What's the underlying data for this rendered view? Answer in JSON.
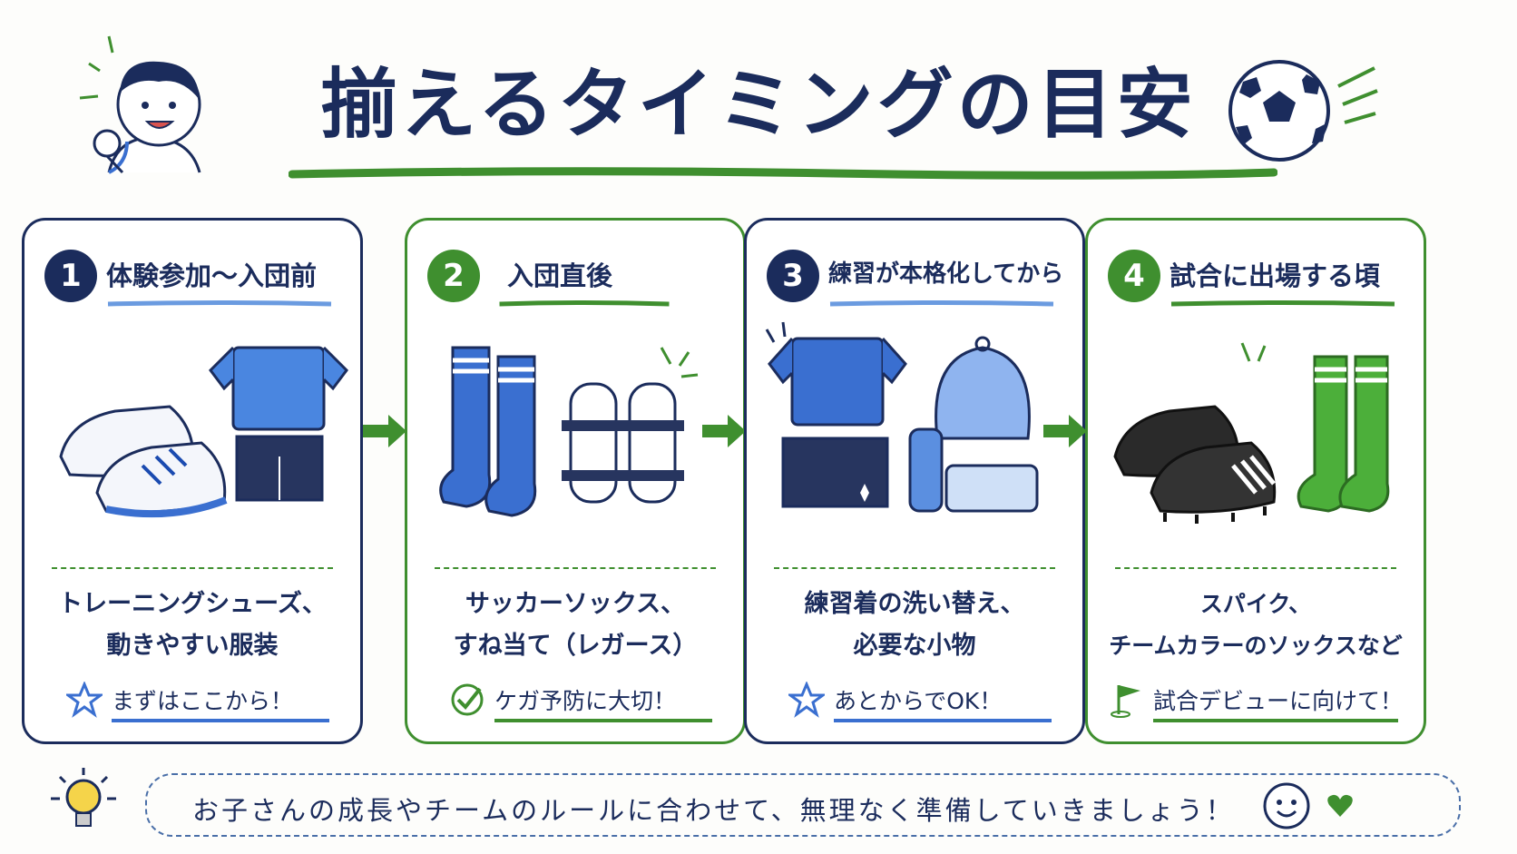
{
  "title": "揃えるタイミングの目安",
  "colors": {
    "navy": "#1b2c5c",
    "green": "#3f8f2f",
    "blue": "#3a6fd0"
  },
  "steps": [
    {
      "number": "1",
      "heading": "体験参加〜入団前",
      "desc_line1": "トレーニングシューズ、",
      "desc_line2": "動きやすい服装",
      "note": "まずはここから！",
      "note_icon": "star-icon"
    },
    {
      "number": "2",
      "heading": "入団直後",
      "desc_line1": "サッカーソックス、",
      "desc_line2": "すね当て（レガース）",
      "note": "ケガ予防に大切！",
      "note_icon": "check-icon"
    },
    {
      "number": "3",
      "heading": "練習が本格化してから",
      "desc_line1": "練習着の洗い替え、",
      "desc_line2": "必要な小物",
      "note": "あとからでOK！",
      "note_icon": "star-icon"
    },
    {
      "number": "4",
      "heading": "試合に出場する頃",
      "desc_line1": "スパイク、",
      "desc_line2": "チームカラーのソックスなど",
      "note": "試合デビューに向けて！",
      "note_icon": "flag-icon"
    }
  ],
  "footer": {
    "text": "お子さんの成長やチームのルールに合わせて、無理なく準備していきましょう！"
  }
}
